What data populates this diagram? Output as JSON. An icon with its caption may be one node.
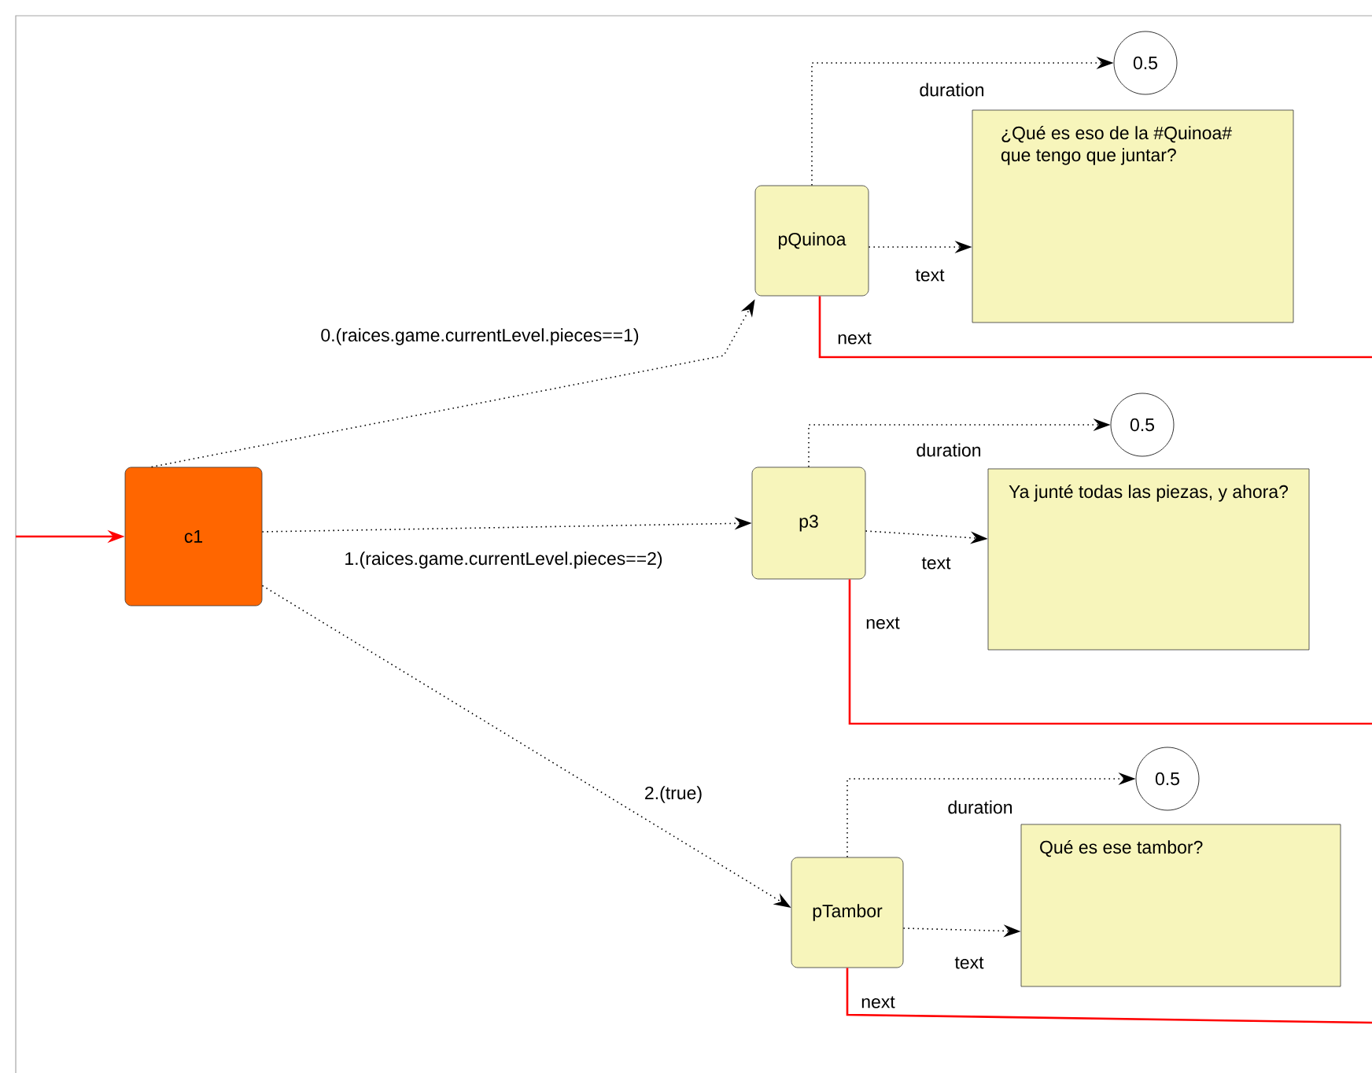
{
  "diagram": {
    "nodes": [
      {
        "text": [
          "c1"
        ]
      },
      {
        "text": [
          "pQuinoa"
        ]
      },
      {
        "text": [
          "0.5"
        ]
      },
      {
        "text": [
          "¿Qué es eso de la #Quinoa# que tengo que juntar?"
        ]
      },
      {
        "text": [
          "p3"
        ]
      },
      {
        "text": [
          "0.5"
        ]
      },
      {
        "text": [
          "Ya junté todas las piezas, y ahora?"
        ]
      },
      {
        "text": [
          "pTambor"
        ]
      },
      {
        "text": [
          "0.5"
        ]
      },
      {
        "text": [
          "Qué es ese tambor?"
        ]
      }
    ],
    "edges": [
      {
        "from": null,
        "to": 0,
        "arrow": "to",
        "color": "#ff0000"
      },
      {
        "from": 0,
        "to": 1,
        "arrow": "to",
        "label": "0.(raices.game.currentLevel.pieces==1)",
        "style": "dashed"
      },
      {
        "from": 0,
        "to": 4,
        "arrow": "to",
        "label": "1.(raices.game.currentLevel.pieces==2)",
        "style": "dashed"
      },
      {
        "from": 0,
        "to": 7,
        "arrow": "to",
        "label": "2.(true)",
        "style": "dashed"
      },
      {
        "from": 1,
        "to": 2,
        "arrow": "to",
        "label": "duration",
        "style": "dashed"
      },
      {
        "from": 1,
        "to": 3,
        "arrow": "to",
        "label": "text",
        "style": "dashed"
      },
      {
        "from": 1,
        "to": null,
        "arrow": "none",
        "label": "next",
        "color": "#ff0000"
      },
      {
        "from": 4,
        "to": 5,
        "arrow": "to",
        "label": "duration",
        "style": "dashed"
      },
      {
        "from": 4,
        "to": 6,
        "arrow": "to",
        "label": "text",
        "style": "dashed"
      },
      {
        "from": 4,
        "to": null,
        "arrow": "none",
        "label": "next",
        "color": "#ff0000"
      },
      {
        "from": 7,
        "to": 8,
        "arrow": "to",
        "label": "duration",
        "style": "dashed"
      },
      {
        "from": 7,
        "to": 9,
        "arrow": "to",
        "label": "text",
        "style": "dashed"
      },
      {
        "from": 7,
        "to": null,
        "arrow": "none",
        "label": "next",
        "color": "#ff0000"
      }
    ]
  }
}
